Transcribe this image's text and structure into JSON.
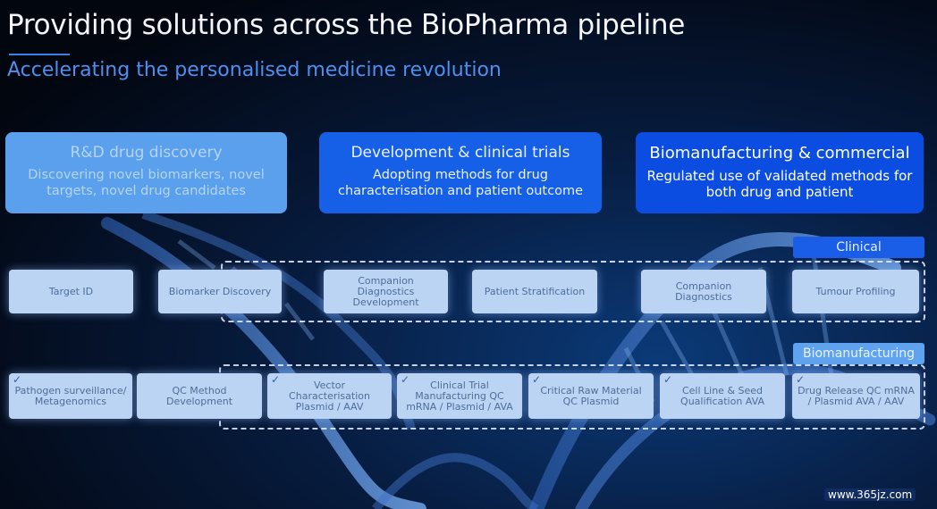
{
  "title": "Providing solutions across the BioPharma pipeline",
  "subtitle": "Accelerating the personalised medicine revolution",
  "colors": {
    "accent_blue": "#1560e6",
    "light_blue": "#5aa0ec",
    "box_fill": "#bcd4f4",
    "subtitle_blue": "#4e8ff0"
  },
  "phases": [
    {
      "title": "R&D drug discovery",
      "description": "Discovering novel biomarkers, novel targets, novel drug candidates"
    },
    {
      "title": "Development & clinical trials",
      "description": "Adopting methods for drug characterisation and patient outcome"
    },
    {
      "title": "Biomanufacturing & commercial",
      "description": "Regulated use of validated methods for both drug and patient"
    }
  ],
  "tags": {
    "clinical": "Clinical",
    "biomanufacturing": "Biomanufacturing"
  },
  "row1": [
    "Target ID",
    "Biomarker Discovery",
    "Companion Diagnostics Development",
    "Patient Stratification",
    "Companion Diagnostics",
    "Tumour Profiling"
  ],
  "row2": [
    "Pathogen surveillance/ Metagenomics",
    "QC Method Development",
    "Vector Characterisation Plasmid / AAV",
    "Clinical Trial Manufacturing QC mRNA / Plasmid / AVA",
    "Critical Raw Material QC Plasmid",
    "Cell Line & Seed Qualification AVA",
    "Drug Release QC mRNA / Plasmid AVA / AAV"
  ],
  "check_icon": "check-icon",
  "watermark": "www.365jz.com"
}
